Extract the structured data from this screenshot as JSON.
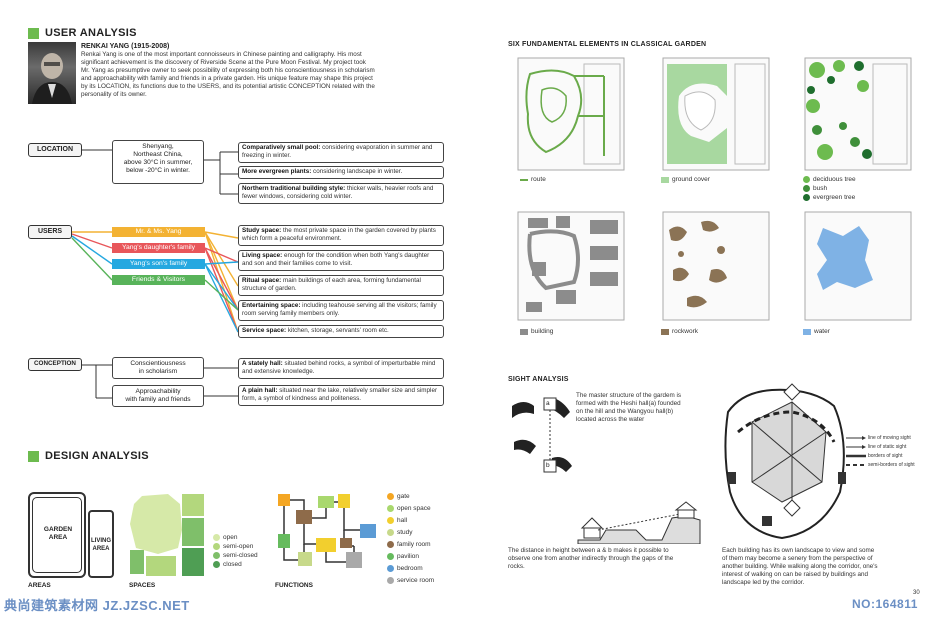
{
  "user_analysis": {
    "title": "USER ANALYSIS",
    "name": "RENKAI YANG (1915-2008)",
    "bio_lines": [
      "Renkai Yang is one of the most important connoisseurs in Chinese painting and calligraphy. His most",
      "significant achievement is the discovery of Riverside Scene at the Pure Moon Festival. My project took",
      "Mr. Yang as presumptive owner to seek possibility of expressing both his conscientiousness in scholarism",
      "and approachability with family and friends in a private garden. His unique feature may shape this project",
      "by its LOCATION, its functions due to the USERS, and its potential artistic CONCEPTION related with the",
      "personality of its owner."
    ]
  },
  "location": {
    "label": "LOCATION",
    "center_lines": [
      "Shenyang,",
      "Northeast China,",
      "above 30°C in summer,",
      "below -20°C in winter."
    ],
    "items": [
      {
        "head": "Comparatively small pool:",
        "text": " considering evaporation in summer and freezing in winter."
      },
      {
        "head": "More evergreen plants:",
        "text": " considering landscape in winter."
      },
      {
        "head": "Northern traditional building style:",
        "text": " thicker walls, heavier roofs and fewer windows, considering cold winter."
      }
    ]
  },
  "users": {
    "label": "USERS",
    "tags": [
      {
        "text": "Mr. & Ms. Yang",
        "color": "#f3b233"
      },
      {
        "text": "Yang's daughter's family",
        "color": "#e8565a"
      },
      {
        "text": "Yang's son's family",
        "color": "#25a8e0"
      },
      {
        "text": "Friends & Visitors",
        "color": "#58b35a"
      }
    ],
    "items": [
      {
        "head": "Study space:",
        "text": " the most private space in the garden covered by plants which form a peaceful environment."
      },
      {
        "head": "Living space:",
        "text": " enough for the condition when both Yang's daughter and son and their families come to visit."
      },
      {
        "head": "Ritual space:",
        "text": " main buildings of each area, forming fundamental structure of garden."
      },
      {
        "head": "Entertaining space:",
        "text": " including teahouse serving all the visitors; family room serving family members only."
      },
      {
        "head": "Service space:",
        "text": " kitchen, storage, servants' room etc."
      }
    ]
  },
  "conception": {
    "label": "CONCEPTION",
    "centers": [
      {
        "lines": [
          "Conscientiousness",
          "in scholarism"
        ]
      },
      {
        "lines": [
          "Approachability",
          "with family and friends"
        ]
      }
    ],
    "items": [
      {
        "head": "A stately hall:",
        "text": " situated behind rocks, a symbol of imperturbable mind and extensive knowledge."
      },
      {
        "head": "A plain hall:",
        "text": " situated near the lake, relatively smaller size and simpler form, a symbol of kindness and politeness."
      }
    ]
  },
  "design_analysis": {
    "title": "DESIGN ANALYSIS",
    "areas": {
      "caption": "AREAS",
      "garden": "GARDEN AREA",
      "living": "LIVING AREA"
    },
    "spaces": {
      "caption": "SPACES",
      "legend": [
        {
          "text": "open",
          "color": "#d6e9a8"
        },
        {
          "text": "semi-open",
          "color": "#b3d77d"
        },
        {
          "text": "semi-closed",
          "color": "#7fbf6a"
        },
        {
          "text": "closed",
          "color": "#4f9e54"
        }
      ]
    },
    "functions": {
      "caption": "FUNCTIONS",
      "legend": [
        {
          "text": "gate",
          "color": "#f4a623"
        },
        {
          "text": "open space",
          "color": "#a9d86e"
        },
        {
          "text": "hall",
          "color": "#f2cf2e"
        },
        {
          "text": "study",
          "color": "#c7d98a"
        },
        {
          "text": "family room",
          "color": "#8e6b4a"
        },
        {
          "text": "pavilion",
          "color": "#66bb5e"
        },
        {
          "text": "bedroom",
          "color": "#5b9bd5"
        },
        {
          "text": "service room",
          "color": "#a9a9a9"
        }
      ]
    }
  },
  "six_elements": {
    "title": "SIX FUNDAMENTAL ELEMENTS IN CLASSICAL GARDEN",
    "legends": [
      {
        "text": "route",
        "color": "#6aaa4a"
      },
      {
        "text": "ground cover",
        "color": "#a8d8a0"
      },
      {
        "text": "deciduous tree",
        "color": "#6dbb4f"
      },
      {
        "text": "bush",
        "color": "#3f8f3a"
      },
      {
        "text": "evergreen tree",
        "color": "#1f6e2e"
      },
      {
        "text": "building",
        "color": "#8c8c8c"
      },
      {
        "text": "rockwork",
        "color": "#8b7355"
      },
      {
        "text": "water",
        "color": "#7fb2e5"
      }
    ]
  },
  "sight_analysis": {
    "title": "SIGHT ANALYSIS",
    "text1_lines": [
      "The master structure of the gardem is",
      "formed with the Heshi hall(a) founded",
      "on the hill and the Wangyou hall(b)",
      "located across the water"
    ],
    "marker_a": "a",
    "marker_b": "b",
    "text2_lines": [
      "The distance in height between a & b makes it possible to",
      "observe one from another indirectly through the gaps of the",
      "rocks."
    ],
    "text3_lines": [
      "Each building has its own landscape to view and some",
      "of them may become a senery from the perspective of",
      "another building. While walking along the corridor, one's",
      "interest of walking on can be raised by buildings and",
      "landscape led by the corridor."
    ],
    "legend": [
      "line of moving sight",
      "line of static sight",
      "borders of sight",
      "semi-borders of sight"
    ]
  },
  "footer": {
    "watermark_left": "典尚建筑素材网 JZ.JZSC.NET",
    "page_number": "30",
    "id_text": "NO:164811"
  }
}
